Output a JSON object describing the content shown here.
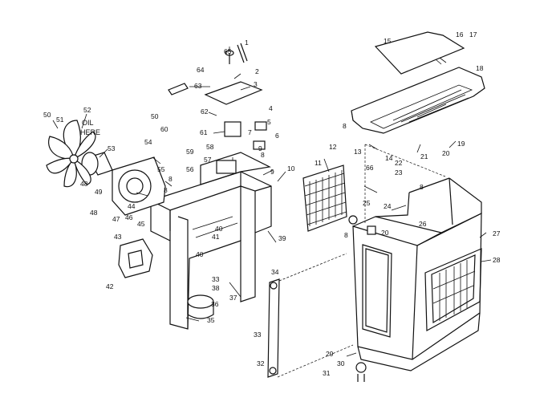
{
  "note": {
    "line1": "OIL",
    "line2": "HERE"
  },
  "callouts": [
    {
      "id": "c1",
      "text": "1"
    },
    {
      "id": "c2",
      "text": "2"
    },
    {
      "id": "c3",
      "text": "3"
    },
    {
      "id": "c4",
      "text": "4"
    },
    {
      "id": "c5",
      "text": "5"
    },
    {
      "id": "c6",
      "text": "6"
    },
    {
      "id": "c7",
      "text": "7"
    },
    {
      "id": "c8a",
      "text": "8"
    },
    {
      "id": "c9",
      "text": "9"
    },
    {
      "id": "c10",
      "text": "10"
    },
    {
      "id": "c11",
      "text": "11"
    },
    {
      "id": "c12",
      "text": "12"
    },
    {
      "id": "c13",
      "text": "13"
    },
    {
      "id": "c14",
      "text": "14"
    },
    {
      "id": "c15",
      "text": "15"
    },
    {
      "id": "c16",
      "text": "16"
    },
    {
      "id": "c17",
      "text": "17"
    },
    {
      "id": "c18",
      "text": "18"
    },
    {
      "id": "c19",
      "text": "19"
    },
    {
      "id": "c20a",
      "text": "20"
    },
    {
      "id": "c20b",
      "text": "20"
    },
    {
      "id": "c21",
      "text": "21"
    },
    {
      "id": "c22",
      "text": "22"
    },
    {
      "id": "c23",
      "text": "23"
    },
    {
      "id": "c24",
      "text": "24"
    },
    {
      "id": "c25",
      "text": "25"
    },
    {
      "id": "c26",
      "text": "26"
    },
    {
      "id": "c27",
      "text": "27"
    },
    {
      "id": "c28",
      "text": "28"
    },
    {
      "id": "c29",
      "text": "29"
    },
    {
      "id": "c30",
      "text": "30"
    },
    {
      "id": "c31",
      "text": "31"
    },
    {
      "id": "c32",
      "text": "32"
    },
    {
      "id": "c33a",
      "text": "33"
    },
    {
      "id": "c33b",
      "text": "33"
    },
    {
      "id": "c34",
      "text": "34"
    },
    {
      "id": "c35",
      "text": "35"
    },
    {
      "id": "c36",
      "text": "36"
    },
    {
      "id": "c37",
      "text": "37"
    },
    {
      "id": "c38",
      "text": "38"
    },
    {
      "id": "c39",
      "text": "39"
    },
    {
      "id": "c40a",
      "text": "40"
    },
    {
      "id": "c40b",
      "text": "40"
    },
    {
      "id": "c41",
      "text": "41"
    },
    {
      "id": "c42",
      "text": "42"
    },
    {
      "id": "c43",
      "text": "43"
    },
    {
      "id": "c44",
      "text": "44"
    },
    {
      "id": "c45",
      "text": "45"
    },
    {
      "id": "c46",
      "text": "46"
    },
    {
      "id": "c47",
      "text": "47"
    },
    {
      "id": "c48a",
      "text": "48"
    },
    {
      "id": "c48b",
      "text": "48"
    },
    {
      "id": "c49",
      "text": "49"
    },
    {
      "id": "c50a",
      "text": "50"
    },
    {
      "id": "c50b",
      "text": "50"
    },
    {
      "id": "c51",
      "text": "51"
    },
    {
      "id": "c52",
      "text": "52"
    },
    {
      "id": "c53",
      "text": "53"
    },
    {
      "id": "c54",
      "text": "54"
    },
    {
      "id": "c55",
      "text": "55"
    },
    {
      "id": "c56",
      "text": "56"
    },
    {
      "id": "c57",
      "text": "57"
    },
    {
      "id": "c58",
      "text": "58"
    },
    {
      "id": "c59",
      "text": "59"
    },
    {
      "id": "c60",
      "text": "60"
    },
    {
      "id": "c61",
      "text": "61"
    },
    {
      "id": "c62",
      "text": "62"
    },
    {
      "id": "c63",
      "text": "63"
    },
    {
      "id": "c64",
      "text": "64"
    },
    {
      "id": "c65",
      "text": "65"
    },
    {
      "id": "c66",
      "text": "66"
    },
    {
      "id": "c8b",
      "text": "8"
    },
    {
      "id": "c8c",
      "text": "8"
    },
    {
      "id": "c8d",
      "text": "8"
    },
    {
      "id": "c8e",
      "text": "8"
    },
    {
      "id": "c9b",
      "text": "9"
    },
    {
      "id": "c8f",
      "text": "8"
    }
  ]
}
